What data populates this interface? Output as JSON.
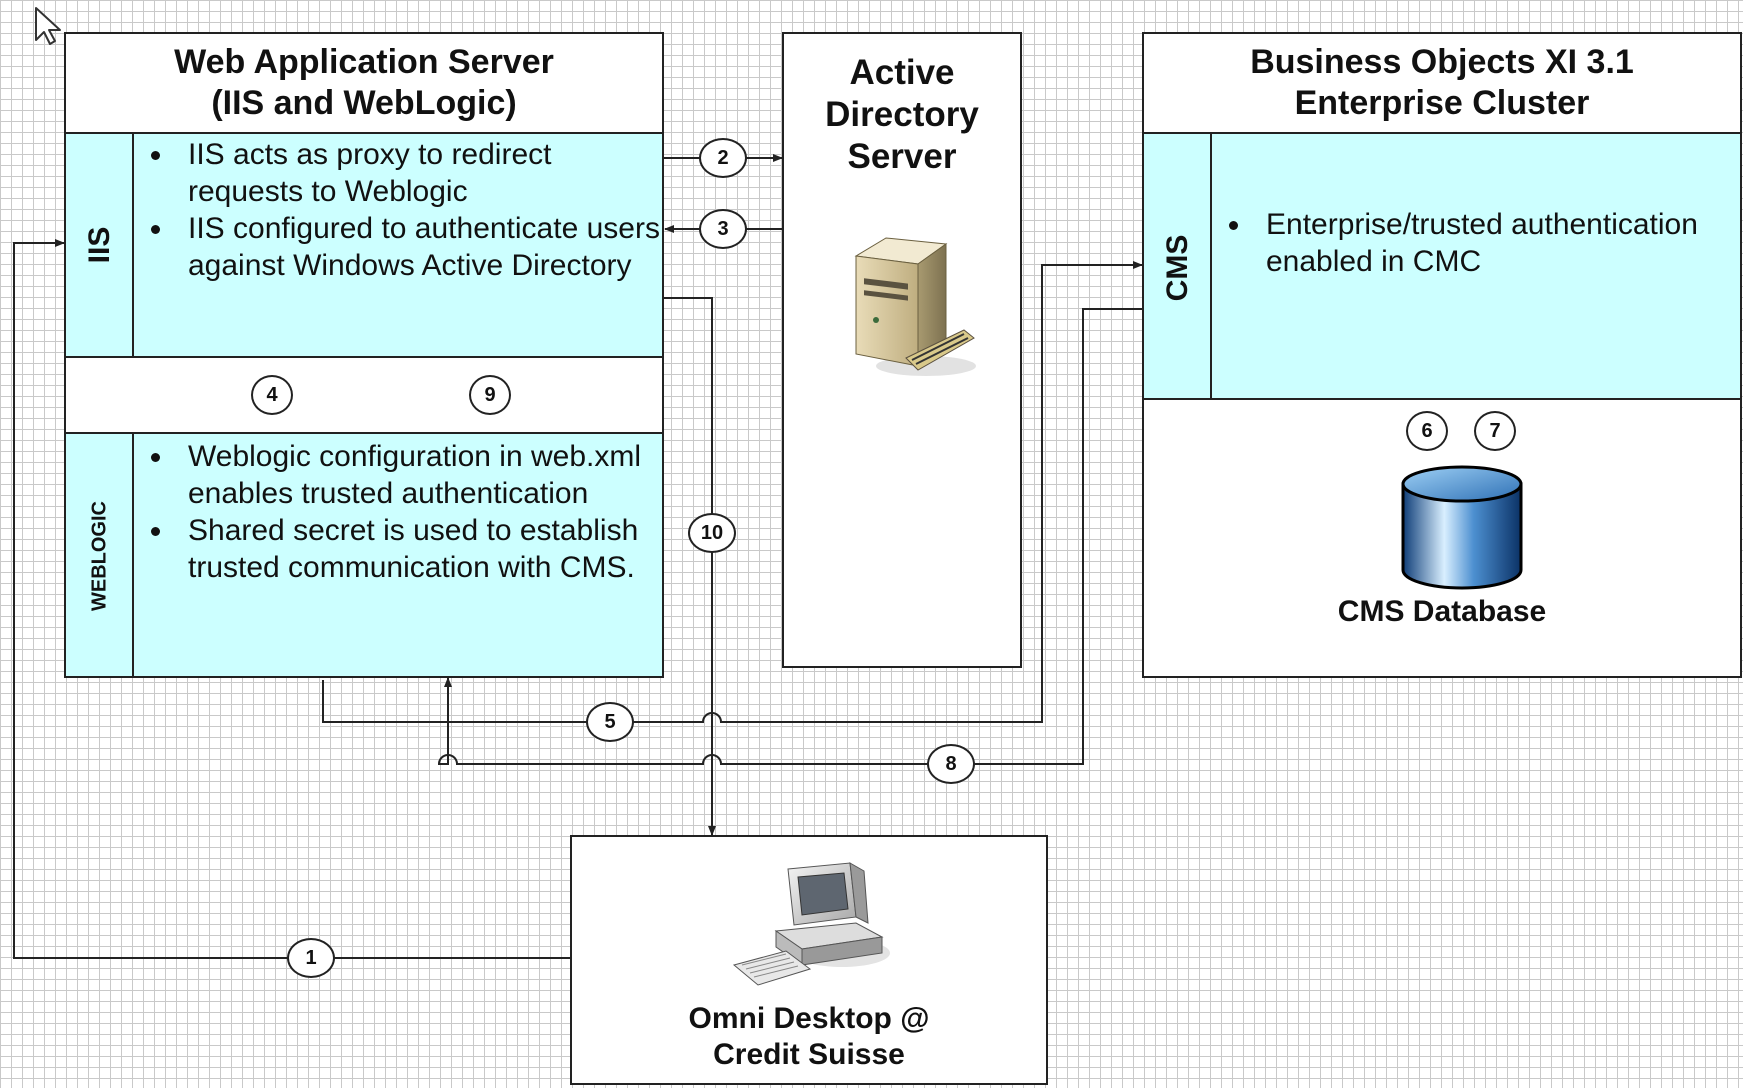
{
  "web_app_server": {
    "title_line1": "Web Application Server",
    "title_line2": "(IIS and WebLogic)",
    "iis_label": "IIS",
    "iis_bullets": [
      "IIS acts as proxy to redirect requests to Weblogic",
      "IIS configured to authenticate users against Windows Active Directory"
    ],
    "weblogic_label": "WEBLOGIC",
    "weblogic_bullets": [
      "Weblogic configuration in web.xml enables trusted authentication",
      "Shared secret is used to establish trusted communication with CMS."
    ]
  },
  "active_directory": {
    "title_line1": "Active",
    "title_line2": "Directory",
    "title_line3": "Server",
    "icon": "server-icon"
  },
  "bo_cluster": {
    "title_line1": "Business Objects XI 3.1",
    "title_line2": "Enterprise Cluster",
    "cms_label": "CMS",
    "cms_bullets": [
      "Enterprise/trusted authentication enabled in CMC"
    ],
    "db_label": "CMS Database",
    "icon": "database-icon"
  },
  "client": {
    "title_line1": "Omni Desktop @",
    "title_line2": "Credit Suisse",
    "icon": "desktop-computer-icon"
  },
  "steps": [
    "1",
    "2",
    "3",
    "4",
    "5",
    "6",
    "7",
    "8",
    "9",
    "10"
  ],
  "colors": {
    "panel_fill": "#ccffff",
    "grid": "#c9c9c9",
    "line": "#222222"
  }
}
